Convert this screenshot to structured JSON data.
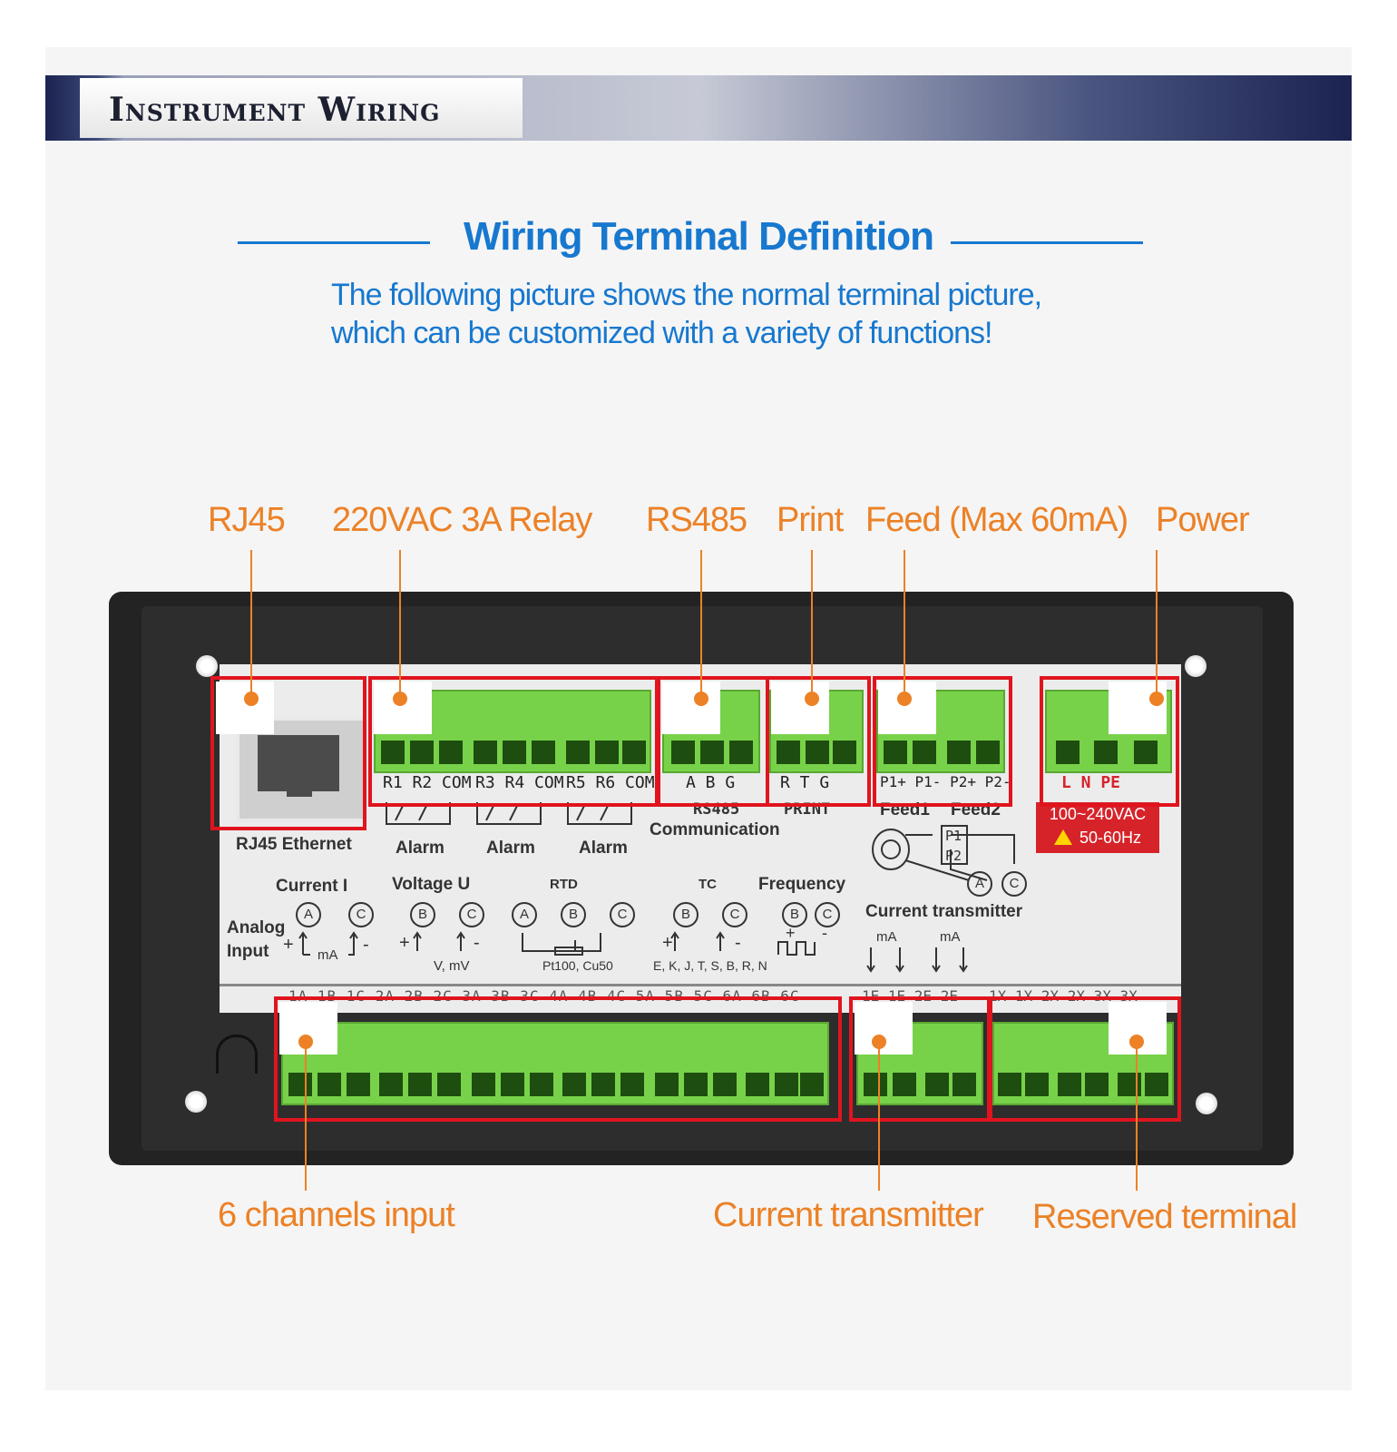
{
  "header": {
    "banner_title": "Instrument Wiring"
  },
  "intro": {
    "title": "Wiring Terminal Definition",
    "line1": "The following picture shows the normal terminal picture,",
    "line2": "which can be customized with a variety of functions!"
  },
  "callouts": {
    "rj45": "RJ45",
    "relay": "220VAC 3A Relay",
    "rs485": "RS485",
    "print": "Print",
    "feed": "Feed (Max 60mA)",
    "power": "Power",
    "channels": "6 channels input",
    "transmitter": "Current transmitter",
    "reserved": "Reserved terminal"
  },
  "device": {
    "rj45_label": "RJ45 Ethernet",
    "relay_labels": [
      "R1 R2 COM",
      "R3 R4 COM",
      "R5 R6 COM"
    ],
    "alarm": "Alarm",
    "rs485_pins": "A  B  G",
    "print_pins": "R  T  G",
    "feed_pins": "P1+ P1- P2+ P2-",
    "power_pins": "L  N  PE",
    "rs485_text": "RS485",
    "communication": "Communication",
    "print_text": "PRINT",
    "feed1": "Feed1",
    "feed2": "Feed2",
    "p1": "P1",
    "p2": "P2",
    "power_voltage": "100~240VAC",
    "power_freq": "50-60Hz",
    "current_i": "Current I",
    "voltage_u": "Voltage U",
    "rtd": "RTD",
    "tc": "TC",
    "frequency": "Frequency",
    "current_transmitter": "Current transmitter",
    "analog": "Analog",
    "input": "Input",
    "ma": "mA",
    "v_mv": "V, mV",
    "pt100": "Pt100, Cu50",
    "tc_types": "E, K, J, T, S, B, R, N",
    "bottom_pins": "1A 1B 1C 2A 2B 2C 3A 3B 3C 4A 4B 4C 5A 5B 5C 6A 6B 6C",
    "transmitter_pins": "1E  1E  2E  2E",
    "reserved_pins": "1X 1X 2X 2X 3X 3X"
  },
  "colors": {
    "accent_blue": "#1778cf",
    "callout_orange": "#ec8126",
    "terminal_green": "#78d249",
    "highlight_red": "#e0141e"
  }
}
